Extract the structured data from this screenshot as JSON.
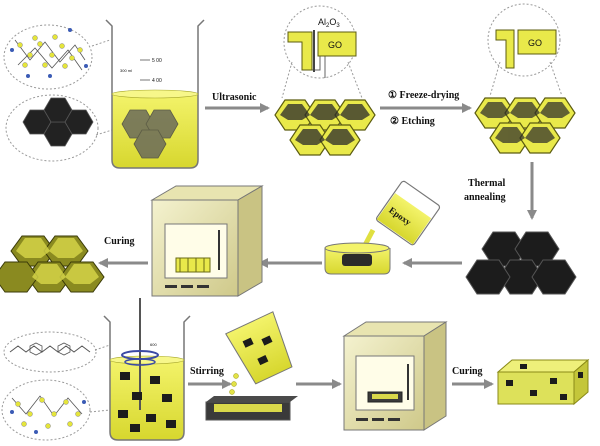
{
  "labels": {
    "ultrasonic": "Ultrasonic",
    "freeze_drying": "① Freeze-drying",
    "etching": "② Etching",
    "thermal": "Thermal",
    "annealing": "annealing",
    "curing_top": "Curing",
    "epoxy": "Epoxy",
    "stirring": "Stirring",
    "curing_bottom": "Curing",
    "al2o3_base": "Al",
    "al2o3_sub1": "2",
    "al2o3_mid": "O",
    "al2o3_sub2": "3",
    "go_1": "GO",
    "go_2": "GO",
    "beaker_500": "5 00",
    "beaker_400": "4 00",
    "beaker_300": "300 ml",
    "beaker_b": "600"
  },
  "colors": {
    "yellow": "#e9e94a",
    "yellow_dark": "#9a9a18",
    "black_hex": "#1a1a1a",
    "arrow": "#8a8a8a"
  }
}
